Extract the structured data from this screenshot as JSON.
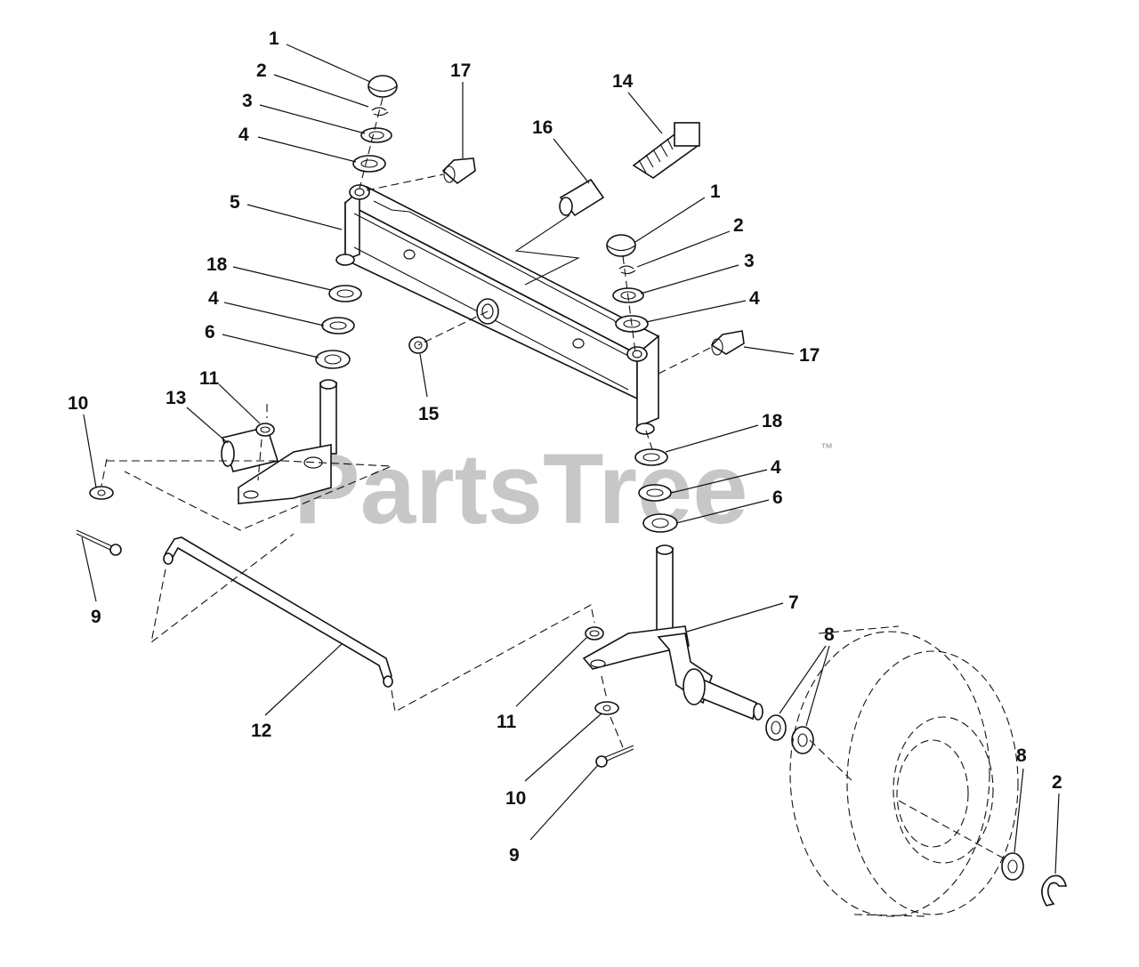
{
  "watermark": {
    "text": "PartsTree",
    "trademark": "™"
  },
  "callouts": [
    {
      "id": "c1a",
      "label": "1"
    },
    {
      "id": "c2a",
      "label": "2"
    },
    {
      "id": "c3a",
      "label": "3"
    },
    {
      "id": "c4a",
      "label": "4"
    },
    {
      "id": "c5",
      "label": "5"
    },
    {
      "id": "c18a",
      "label": "18"
    },
    {
      "id": "c4b",
      "label": "4"
    },
    {
      "id": "c6a",
      "label": "6"
    },
    {
      "id": "c17a",
      "label": "17"
    },
    {
      "id": "c16",
      "label": "16"
    },
    {
      "id": "c14",
      "label": "14"
    },
    {
      "id": "c1b",
      "label": "1"
    },
    {
      "id": "c2b",
      "label": "2"
    },
    {
      "id": "c3b",
      "label": "3"
    },
    {
      "id": "c4c",
      "label": "4"
    },
    {
      "id": "c17b",
      "label": "17"
    },
    {
      "id": "c15",
      "label": "15"
    },
    {
      "id": "c18b",
      "label": "18"
    },
    {
      "id": "c4d",
      "label": "4"
    },
    {
      "id": "c6b",
      "label": "6"
    },
    {
      "id": "c7",
      "label": "7"
    },
    {
      "id": "c8a",
      "label": "8"
    },
    {
      "id": "c8b",
      "label": "8"
    },
    {
      "id": "c2c",
      "label": "2"
    },
    {
      "id": "c10a",
      "label": "10"
    },
    {
      "id": "c9a",
      "label": "9"
    },
    {
      "id": "c13",
      "label": "13"
    },
    {
      "id": "c11a",
      "label": "11"
    },
    {
      "id": "c12",
      "label": "12"
    },
    {
      "id": "c11b",
      "label": "11"
    },
    {
      "id": "c10b",
      "label": "10"
    },
    {
      "id": "c9b",
      "label": "9"
    }
  ]
}
